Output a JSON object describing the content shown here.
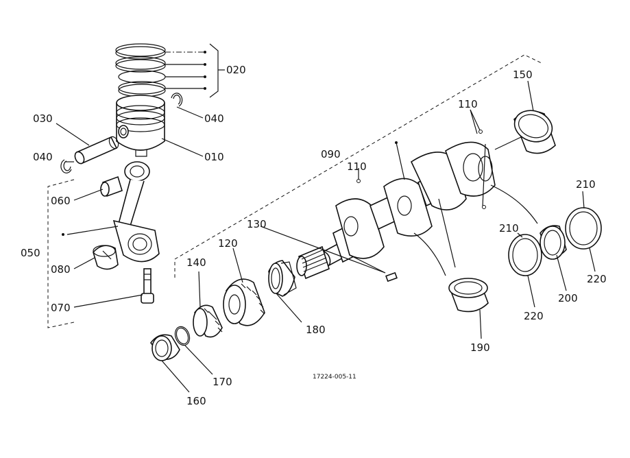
{
  "labels": {
    "p010": "010",
    "p020": "020",
    "p030": "030",
    "p040a": "040",
    "p040b": "040",
    "p050": "050",
    "p060": "060",
    "p070": "070",
    "p080": "080",
    "p090": "090",
    "p110a": "110",
    "p110b": "110",
    "p120": "120",
    "p130": "130",
    "p140": "140",
    "p150": "150",
    "p160": "160",
    "p170": "170",
    "p180": "180",
    "p190": "190",
    "p200": "200",
    "p210a": "210",
    "p210b": "210",
    "p220a": "220",
    "p220b": "220"
  },
  "document_id": "17224-005-11"
}
